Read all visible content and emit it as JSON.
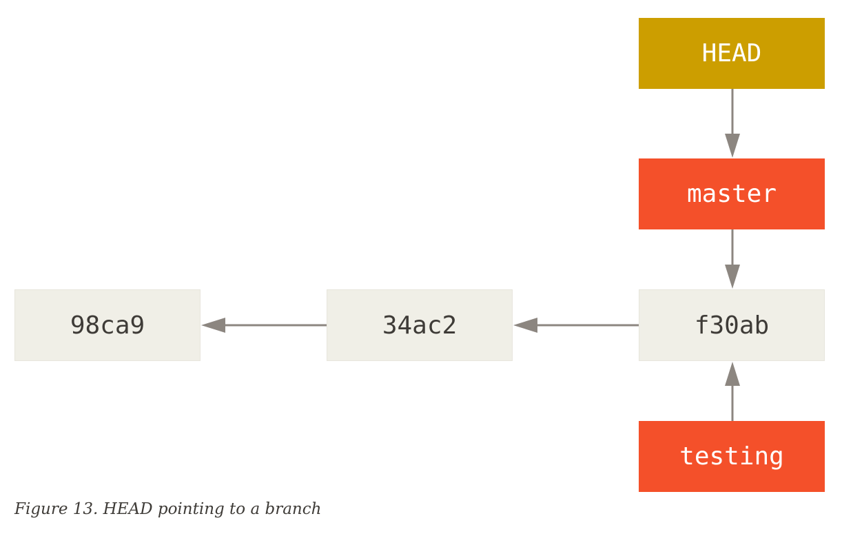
{
  "diagram": {
    "nodes": {
      "head": "HEAD",
      "master": "master",
      "testing": "testing",
      "commit_f30ab": "f30ab",
      "commit_34ac2": "34ac2",
      "commit_98ca9": "98ca9"
    },
    "edges": [
      {
        "from": "HEAD",
        "to": "master"
      },
      {
        "from": "master",
        "to": "f30ab"
      },
      {
        "from": "testing",
        "to": "f30ab"
      },
      {
        "from": "f30ab",
        "to": "34ac2"
      },
      {
        "from": "34ac2",
        "to": "98ca9"
      }
    ],
    "colors": {
      "head": "#cc9e00",
      "branch": "#f4502a",
      "commit": "#f0efe7",
      "arrow": "#8c8680"
    }
  },
  "caption": "Figure 13. HEAD pointing to a branch"
}
